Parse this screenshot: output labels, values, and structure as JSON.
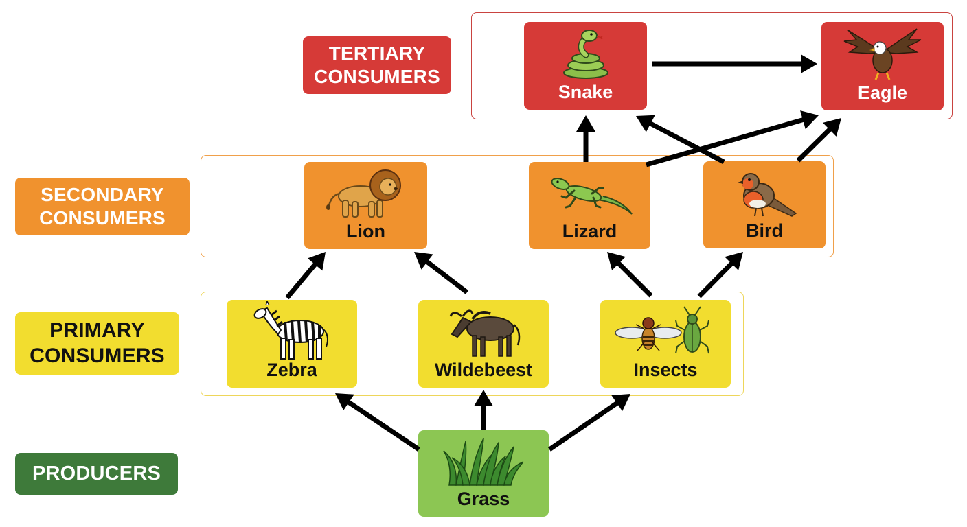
{
  "levels": {
    "tertiary": {
      "line1": "TERTIARY",
      "line2": "CONSUMERS",
      "color": "#d63a37"
    },
    "secondary": {
      "line1": "SECONDARY",
      "line2": "CONSUMERS",
      "color": "#f0922e"
    },
    "primary": {
      "line1": "PRIMARY",
      "line2": "CONSUMERS",
      "color": "#f2dd2f"
    },
    "producers": {
      "line1": "PRODUCERS",
      "color": "#3e7a3a"
    }
  },
  "organisms": {
    "snake": {
      "name": "Snake",
      "icon": "snake-icon"
    },
    "eagle": {
      "name": "Eagle",
      "icon": "eagle-icon"
    },
    "lion": {
      "name": "Lion",
      "icon": "lion-icon"
    },
    "lizard": {
      "name": "Lizard",
      "icon": "lizard-icon"
    },
    "bird": {
      "name": "Bird",
      "icon": "robin-icon"
    },
    "zebra": {
      "name": "Zebra",
      "icon": "zebra-icon"
    },
    "wildebeest": {
      "name": "Wildebeest",
      "icon": "wildebeest-icon"
    },
    "insects": {
      "name": "Insects",
      "icon": "insects-icon"
    },
    "grass": {
      "name": "Grass",
      "icon": "grass-icon"
    }
  },
  "links": [
    {
      "from": "grass",
      "to": "zebra"
    },
    {
      "from": "grass",
      "to": "wildebeest"
    },
    {
      "from": "grass",
      "to": "insects"
    },
    {
      "from": "zebra",
      "to": "lion"
    },
    {
      "from": "wildebeest",
      "to": "lion"
    },
    {
      "from": "insects",
      "to": "lizard"
    },
    {
      "from": "insects",
      "to": "bird"
    },
    {
      "from": "lizard",
      "to": "snake"
    },
    {
      "from": "lizard",
      "to": "eagle"
    },
    {
      "from": "bird",
      "to": "snake"
    },
    {
      "from": "bird",
      "to": "eagle"
    },
    {
      "from": "snake",
      "to": "eagle"
    }
  ]
}
